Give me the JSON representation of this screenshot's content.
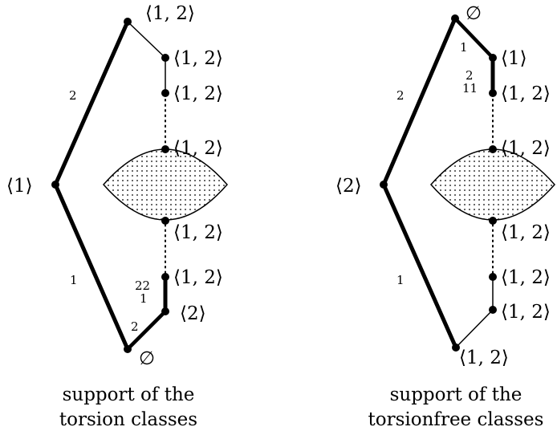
{
  "left": {
    "labels": {
      "top": "⟨1, 2⟩",
      "r1": "⟨1, 2⟩",
      "r2": "⟨1, 2⟩",
      "r3": "⟨1, 2⟩",
      "r4": "⟨1, 2⟩",
      "r5": "⟨1, 2⟩",
      "r6": "⟨2⟩",
      "left": "⟨1⟩",
      "bottom": "∅"
    },
    "edge_labels": {
      "upper_left": "2",
      "lower_left": "1",
      "stack_top": "22",
      "stack_mid": "1",
      "bottom_right": "2"
    },
    "caption": [
      "support of the",
      "torsion classes"
    ]
  },
  "right": {
    "labels": {
      "top": "∅",
      "r1": "⟨1⟩",
      "r2": "⟨1, 2⟩",
      "r3": "⟨1, 2⟩",
      "r4": "⟨1, 2⟩",
      "r5": "⟨1, 2⟩",
      "r6": "⟨1, 2⟩",
      "left": "⟨2⟩",
      "bottom": "⟨1, 2⟩"
    },
    "edge_labels": {
      "top_right": "1",
      "stack_top": "2",
      "stack_mid": "11",
      "upper_left": "2",
      "lower_left": "1"
    },
    "caption": [
      "support of the",
      "torsionfree classes"
    ]
  }
}
